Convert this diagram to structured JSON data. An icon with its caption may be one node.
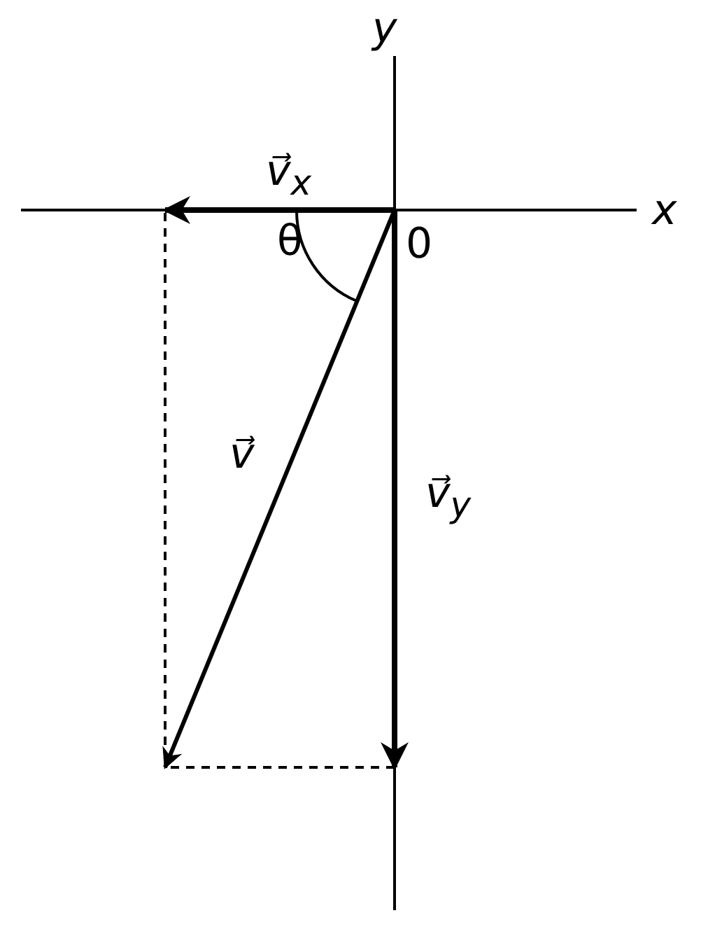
{
  "diagram": {
    "labels": [
      "y",
      "x",
      "0",
      "v⃗$_{x}$",
      "θ",
      "v⃗",
      "v⃗$_{y}$"
    ]
  }
}
